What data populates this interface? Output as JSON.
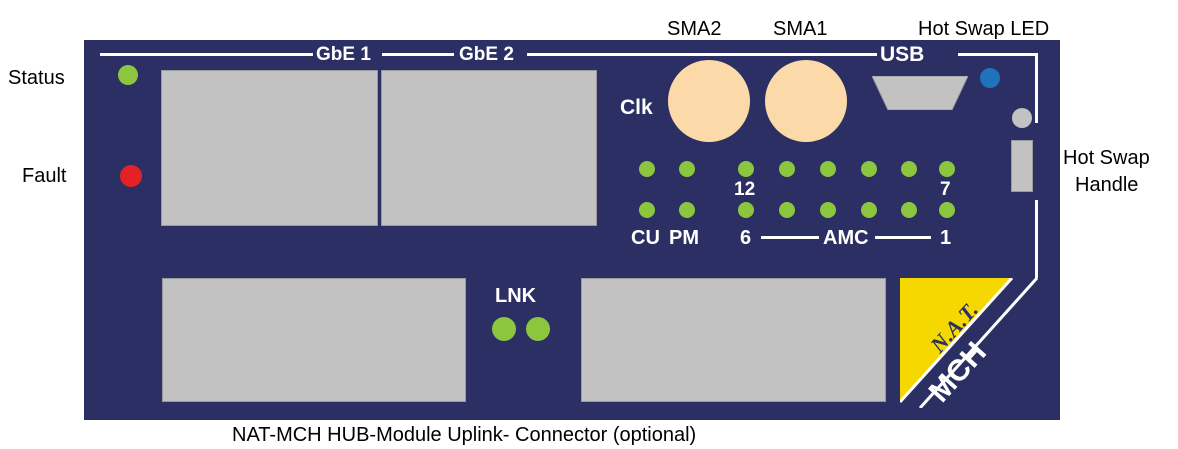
{
  "external_labels": {
    "sma2": "SMA2",
    "sma1": "SMA1",
    "hot_swap_led": "Hot Swap LED",
    "status": "Status",
    "fault": "Fault",
    "hot_swap_handle_line1": "Hot Swap",
    "hot_swap_handle_line2": "Handle",
    "caption": "NAT-MCH HUB-Module Uplink- Connector (optional)"
  },
  "panel": {
    "gbe1": "GbE 1",
    "gbe2": "GbE 2",
    "usb": "USB",
    "clk": "Clk",
    "amc_number_12": "12",
    "amc_number_7": "7",
    "cu": "CU",
    "pm": "PM",
    "amc_number_6": "6",
    "amc": "AMC",
    "amc_number_1": "1",
    "lnk": "LNK",
    "logo_nat": "N.A.T.",
    "logo_mch": "MCH"
  },
  "colors": {
    "panel": "#2b2f63",
    "port": "#c2c2c2",
    "led_green": "#8cc63f",
    "led_red": "#e32228",
    "led_blue": "#1e73be",
    "sma_connector": "#fcd9a9",
    "logo_yellow": "#f5d800"
  }
}
